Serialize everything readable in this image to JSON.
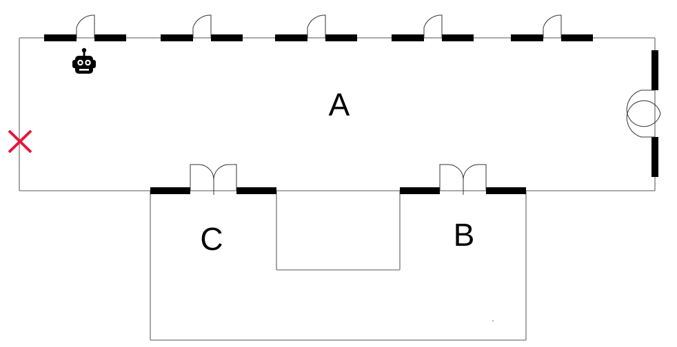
{
  "rooms": {
    "a": "A",
    "b": "B",
    "c": "C"
  },
  "icons": {
    "robot": "robot-icon",
    "target": "cross-mark-icon"
  },
  "colors": {
    "wall": "#000000",
    "outline": "#777777",
    "target_mark": "#ee1133"
  }
}
